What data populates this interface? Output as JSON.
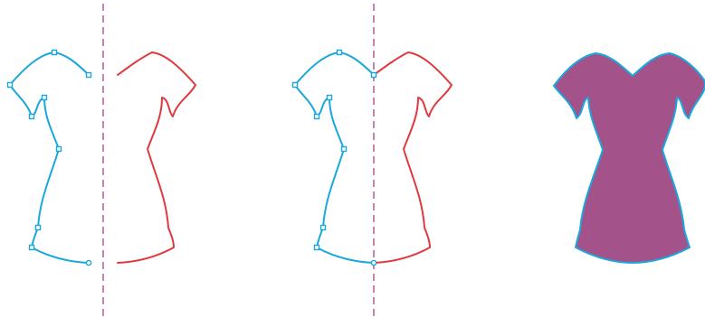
{
  "colors": {
    "left_half": "#1aa7dd",
    "right_half": "#e0393e",
    "mirror_axis": "#b0508e",
    "fill": "#a4528a",
    "background": "#ffffff"
  },
  "steps": [
    {
      "name": "mirror-setup",
      "halves": "separate",
      "nodes": "left-half"
    },
    {
      "name": "mirror-joined",
      "halves": "joined",
      "nodes": "on-axis"
    },
    {
      "name": "filled-dress",
      "fill": true
    }
  ]
}
